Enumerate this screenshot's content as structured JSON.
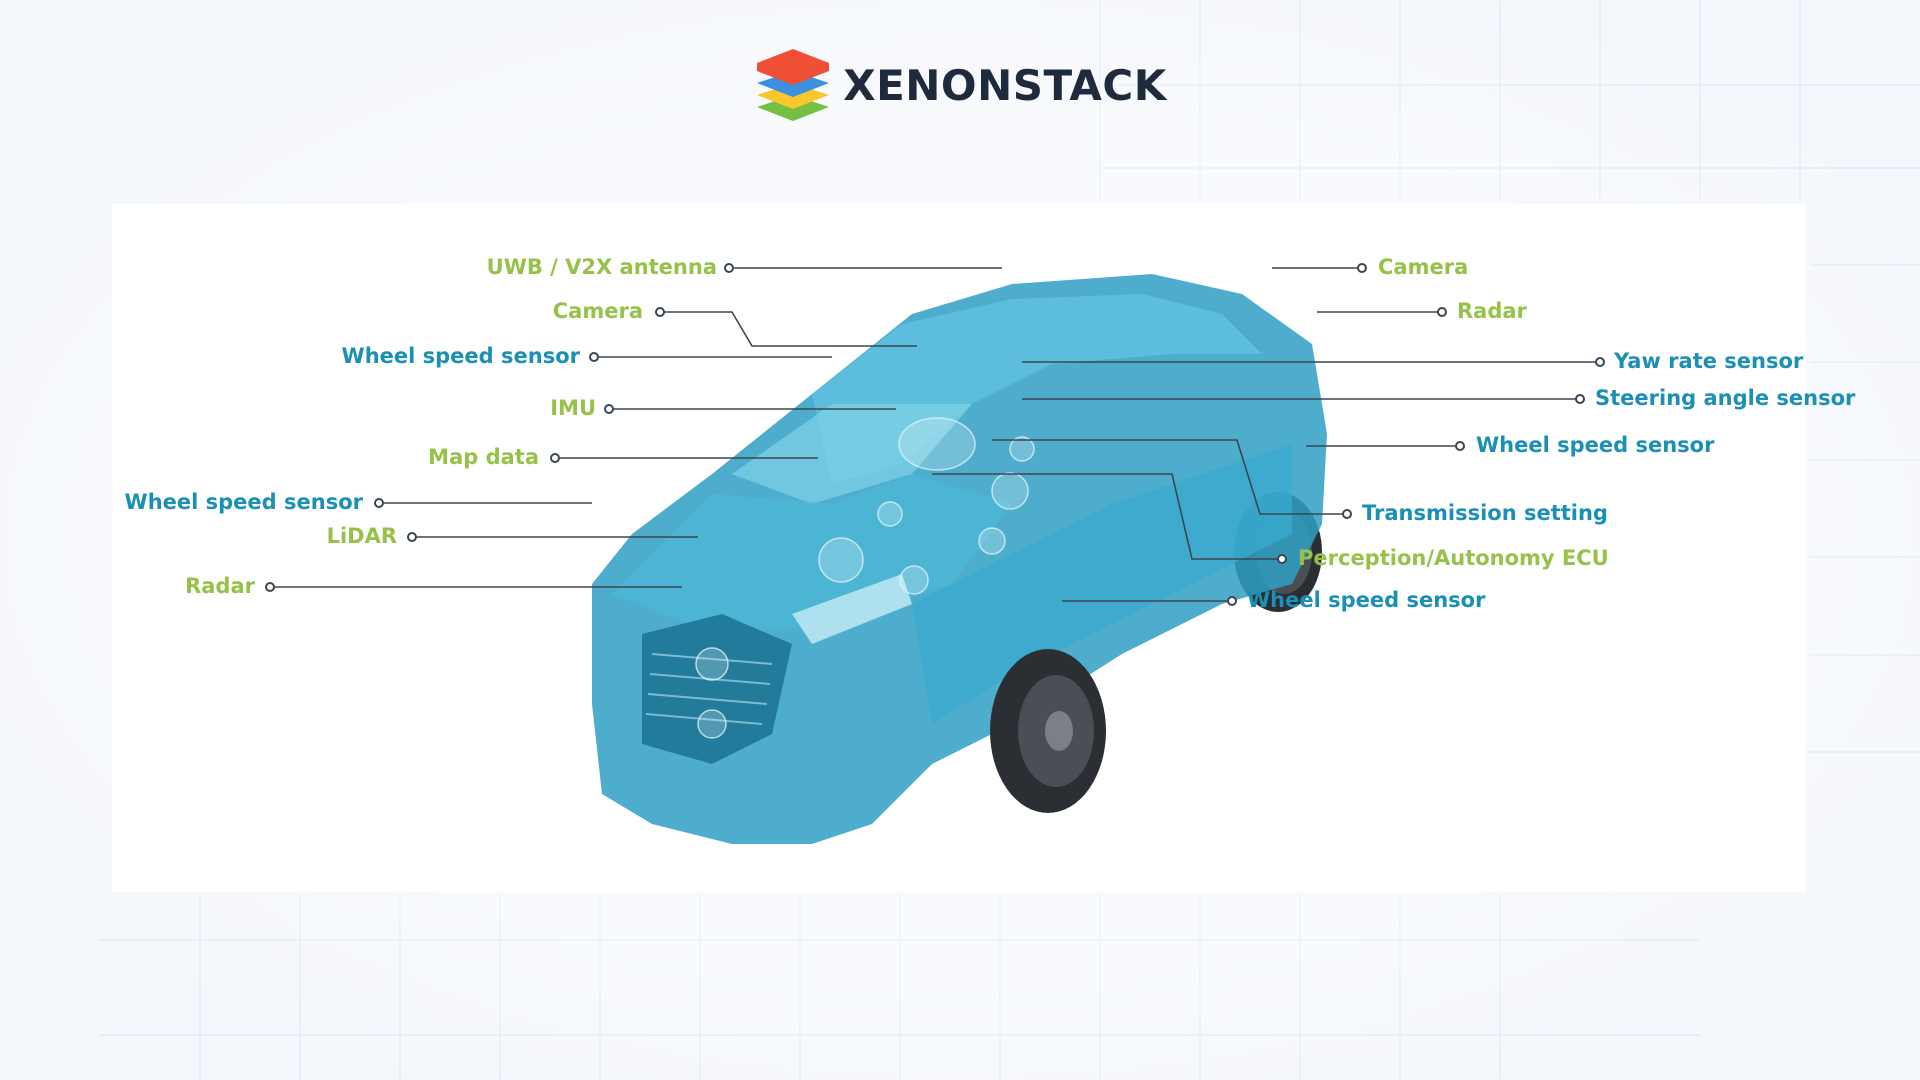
{
  "brand": {
    "name": "XENONSTACK",
    "colors": {
      "red": "#ef4f35",
      "blue": "#3d8fe0",
      "yellow": "#f7c72e",
      "green": "#74bf44",
      "text": "#1f2a3d"
    }
  },
  "diagram": {
    "colors": {
      "green_label": "#96c24a",
      "blue_label": "#1b8fb5",
      "leader_line": "#3a4650",
      "car_body": "#2f9fc4"
    },
    "left_labels": [
      {
        "text": "UWB / V2X antenna",
        "color": "green"
      },
      {
        "text": "Camera",
        "color": "green"
      },
      {
        "text": "Wheel speed sensor",
        "color": "blue"
      },
      {
        "text": "IMU",
        "color": "green"
      },
      {
        "text": "Map data",
        "color": "green"
      },
      {
        "text": "Wheel speed sensor",
        "color": "blue"
      },
      {
        "text": "LiDAR",
        "color": "green"
      },
      {
        "text": "Radar",
        "color": "green"
      }
    ],
    "right_labels": [
      {
        "text": "Camera",
        "color": "green"
      },
      {
        "text": "Radar",
        "color": "green"
      },
      {
        "text": "Yaw rate sensor",
        "color": "blue"
      },
      {
        "text": "Steering angle sensor",
        "color": "blue"
      },
      {
        "text": "Wheel speed sensor",
        "color": "blue"
      },
      {
        "text": "Transmission setting",
        "color": "blue"
      },
      {
        "text": "Perception/Autonomy ECU",
        "color": "green"
      },
      {
        "text": "Wheel speed sensor",
        "color": "blue"
      }
    ]
  }
}
